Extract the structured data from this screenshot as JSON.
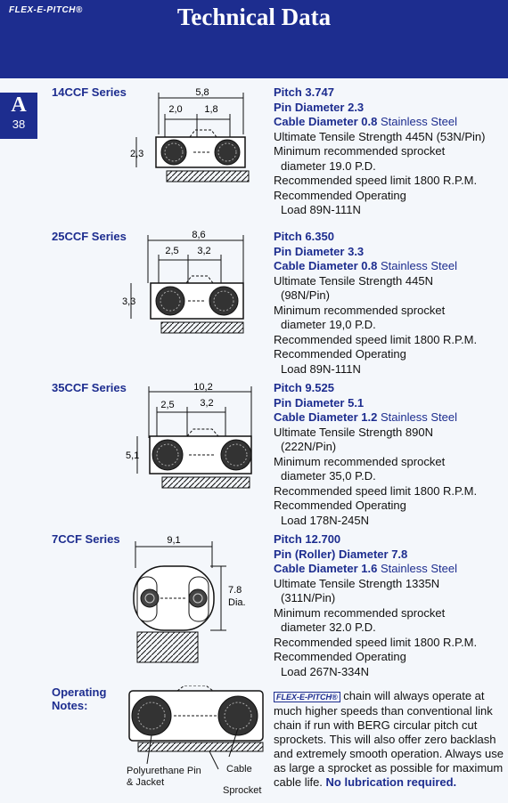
{
  "header": {
    "brand": "FLEX-E-PITCH®",
    "title": "Technical Data"
  },
  "tab": {
    "letter": "A",
    "page": "38"
  },
  "sections": [
    {
      "series": "14CCF Series",
      "dims": {
        "overall": "5,8",
        "left": "2,0",
        "right": "1,8",
        "height": "2,3"
      },
      "pitch": "Pitch 3.747",
      "pin": "Pin Diameter 2.3",
      "cable": "Cable Diameter 0.8",
      "cable_material": "Stainless Steel",
      "tensile": "Ultimate Tensile Strength 445N (53N/Pin)",
      "tensile2": "",
      "sprocket1": "Minimum recommended sprocket",
      "sprocket2": "diameter 19.0 P.D.",
      "speed": "Recommended speed limit 1800 R.P.M.",
      "op1": "Recommended Operating",
      "op2": "Load 89N-111N"
    },
    {
      "series": "25CCF Series",
      "dims": {
        "overall": "8,6",
        "left": "2,5",
        "right": "3,2",
        "height": "3,3"
      },
      "pitch": "Pitch 6.350",
      "pin": "Pin Diameter 3.3",
      "cable": "Cable Diameter 0.8",
      "cable_material": "Stainless Steel",
      "tensile": "Ultimate Tensile Strength 445N",
      "tensile2": "(98N/Pin)",
      "sprocket1": "Minimum recommended sprocket",
      "sprocket2": "diameter 19,0 P.D.",
      "speed": "Recommended speed limit 1800 R.P.M.",
      "op1": "Recommended Operating",
      "op2": "Load 89N-111N"
    },
    {
      "series": "35CCF Series",
      "dims": {
        "overall": "10,2",
        "left": "2,5",
        "right": "3,2",
        "height": "5,1"
      },
      "pitch": "Pitch 9.525",
      "pin": "Pin Diameter 5.1",
      "cable": "Cable Diameter 1.2",
      "cable_material": "Stainless Steel",
      "tensile": "Ultimate Tensile Strength 890N",
      "tensile2": "(222N/Pin)",
      "sprocket1": "Minimum recommended sprocket",
      "sprocket2": "diameter 35,0 P.D.",
      "speed": "Recommended speed limit 1800 R.P.M.",
      "op1": "Recommended Operating",
      "op2": "Load 178N-245N"
    },
    {
      "series": "7CCF Series",
      "dims": {
        "overall": "9,1",
        "dia_value": "7.8",
        "dia_label": "Dia."
      },
      "pitch": "Pitch 12.700",
      "pin": "Pin (Roller) Diameter 7.8",
      "cable": "Cable Diameter 1.6",
      "cable_material": "Stainless Steel",
      "tensile": "Ultimate Tensile Strength 1335N",
      "tensile2": "(311N/Pin)",
      "sprocket1": "Minimum recommended sprocket",
      "sprocket2": "diameter 32.0 P.D.",
      "speed": "Recommended speed limit 1800 R.P.M.",
      "op1": "Recommended Operating",
      "op2": "Load 267N-334N"
    }
  ],
  "notes": {
    "heading1": "Operating",
    "heading2": "Notes:",
    "brand": "FLEX-E-PITCH®",
    "body": " chain will always operate at much higher speeds than conventional link chain if run with BERG circular pitch cut sprockets. This will also offer zero backlash and extremely smooth operation. Always use as large a sprocket as possible for maximum cable life. ",
    "emphasis": "No lubrication required.",
    "label_pin": "Polyurethane Pin & Jacket",
    "label_cable": "Cable",
    "label_sprocket": "Sprocket"
  },
  "colors": {
    "brand_blue": "#1d2d8f",
    "background": "#f4f7fb"
  }
}
